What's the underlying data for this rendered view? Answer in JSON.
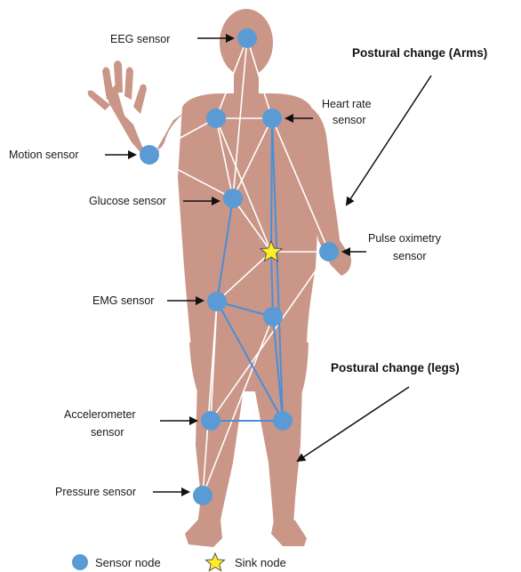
{
  "labels": {
    "eeg": "EEG sensor",
    "heart_rate_1": "Heart rate",
    "heart_rate_2": "sensor",
    "motion": "Motion sensor",
    "glucose": "Glucose sensor",
    "pulse_ox_1": "Pulse oximetry",
    "pulse_ox_2": "sensor",
    "emg": "EMG sensor",
    "accel_1": "Accelerometer",
    "accel_2": "sensor",
    "pressure": "Pressure sensor",
    "postural_arms": "Postural change (Arms)",
    "postural_legs": "Postural change (legs)"
  },
  "legend": {
    "sensor_node": "Sensor node",
    "sink_node": "Sink node"
  },
  "colors": {
    "body": "#c99687",
    "sensor_node": "#5b9bd5",
    "blue_link": "#4a8fd8",
    "white_link": "#ffffff",
    "sink_fill": "#ffee22",
    "sink_stroke": "#555555"
  }
}
